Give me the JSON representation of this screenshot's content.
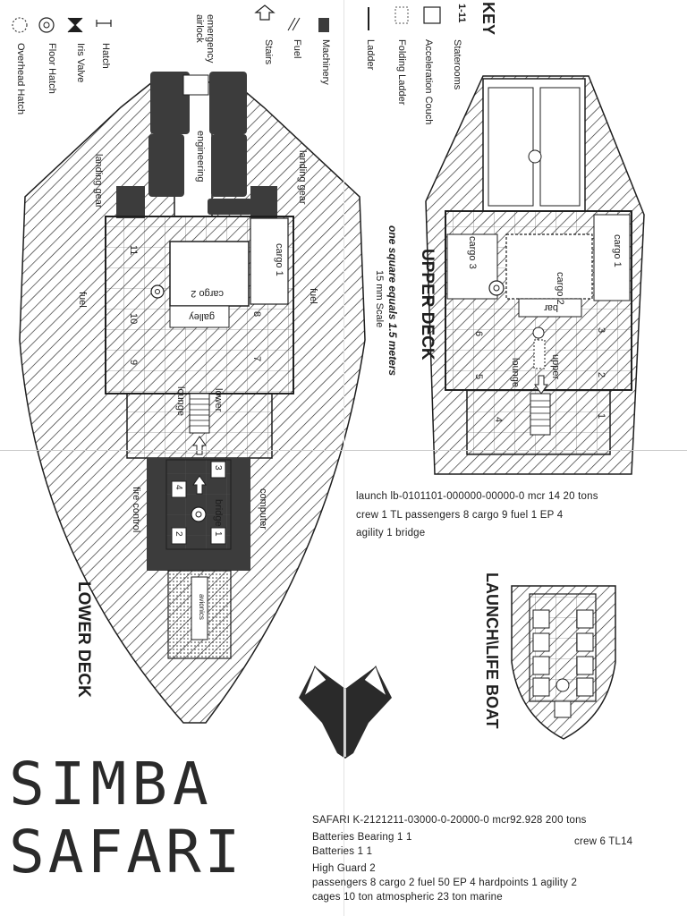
{
  "key": {
    "title": "KEY",
    "items": [
      {
        "label": "Staterooms",
        "symbol": "1-11"
      },
      {
        "label": "Acceleration Couch"
      },
      {
        "label": "Folding Ladder"
      },
      {
        "label": "Ladder"
      },
      {
        "label": "Machinery"
      },
      {
        "label": "Fuel"
      },
      {
        "label": "Stairs"
      },
      {
        "label": "emergency airlock"
      },
      {
        "label": "Hatch"
      },
      {
        "label": "Iris Valve"
      },
      {
        "label": "Floor Hatch"
      },
      {
        "label": "Overhead Hatch"
      }
    ]
  },
  "scale": {
    "line1": "one square equals 1.5 meters",
    "line2": "15 mm Scale"
  },
  "upper_deck": {
    "title": "UPPER DECK",
    "labels": {
      "cargo1": "cargo 1",
      "cargo2": "cargo 2",
      "cargo3": "cargo 3",
      "bar": "bar",
      "lounge": "lounge",
      "upper": "upper",
      "rooms": [
        "1",
        "2",
        "3",
        "4",
        "5",
        "6"
      ]
    }
  },
  "lower_deck": {
    "title": "LOWER DECK",
    "labels": {
      "emergency_airlock": "emergency airlock",
      "engineering": "engineering",
      "landing_gear_left": "landing gear",
      "landing_gear_right": "landing gear",
      "fuel_left": "fuel",
      "fuel_right": "fuel",
      "cargo1": "cargo 1",
      "cargo2": "cargo 2",
      "galley": "galley",
      "lounge": "lounge",
      "lower": "lower",
      "bridge": "bridge",
      "fire_control": "fire control",
      "computer": "computer",
      "avionics": "avionics",
      "rooms": [
        "7",
        "8",
        "9",
        "10",
        "11"
      ],
      "couches": [
        "1",
        "2",
        "3",
        "4"
      ]
    }
  },
  "launch": {
    "title": "LAUNCH\\LIFE BOAT",
    "stats": [
      "launch lb-0101101-000000-00000-0 mcr 14 20 tons",
      "crew 1 TL      passengers 8  cargo 9  fuel 1  EP 4",
      "agility 1  bridge"
    ]
  },
  "ship": {
    "title_line1": "SIMBA",
    "title_line2": "SAFARI",
    "stats": [
      "SAFARI K-2121211-03000-0-20000-0 mcr92.928 200 tons",
      "Batteries Bearing          1          1",
      "Batteries                        1          1",
      "High Guard 2",
      "passengers 8  cargo 2  fuel 50  EP 4  hardpoints 1  agility 2",
      "cages 10 ton atmospheric 23 ton marine"
    ],
    "crew": "crew 6  TL14"
  },
  "colors": {
    "ink": "#1e1e1e",
    "machinery": "#3c3c3c",
    "hatch_fill": "#555555",
    "paper": "#ffffff"
  }
}
